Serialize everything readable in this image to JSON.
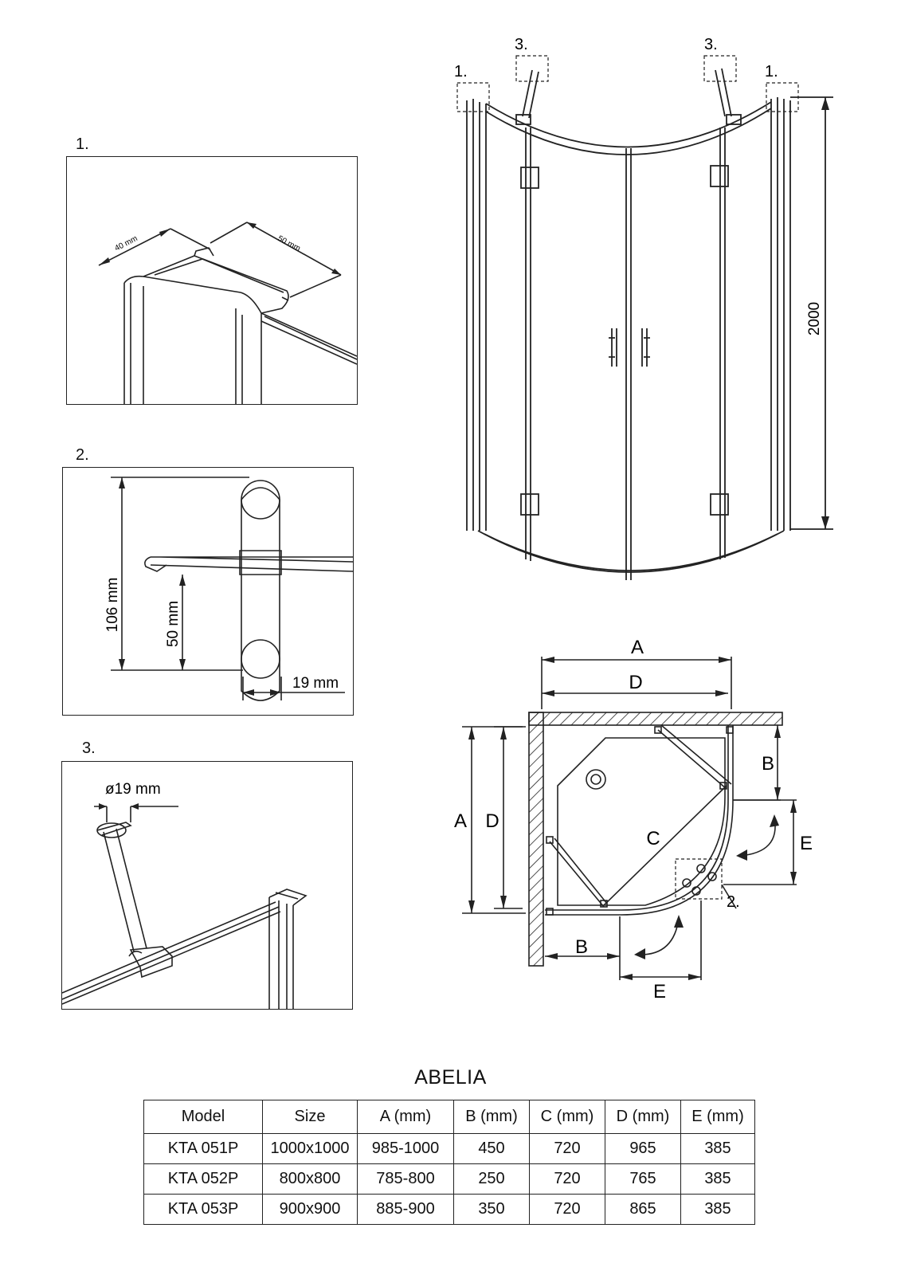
{
  "detail_1": {
    "label": "1.",
    "dim_width": "40 mm",
    "dim_depth": "50 mm"
  },
  "detail_2": {
    "label": "2.",
    "dim_height_total": "106 mm",
    "dim_height_bar": "50 mm",
    "dim_diameter": "19 mm"
  },
  "detail_3": {
    "label": "3.",
    "dim_diameter": "ø19 mm"
  },
  "main_view": {
    "callout_1": "1.",
    "callout_3": "3.",
    "height_dim": "2000"
  },
  "plan_view": {
    "dim_a": "A",
    "dim_d": "D",
    "dim_b": "B",
    "dim_c": "C",
    "dim_e": "E",
    "callout_2": "2."
  },
  "product_name": "ABELIA",
  "table": {
    "headers": [
      "Model",
      "Size",
      "A (mm)",
      "B (mm)",
      "C (mm)",
      "D (mm)",
      "E (mm)"
    ],
    "rows": [
      [
        "KTA 051P",
        "1000x1000",
        "985-1000",
        "450",
        "720",
        "965",
        "385"
      ],
      [
        "KTA 052P",
        "800x800",
        "785-800",
        "250",
        "720",
        "765",
        "385"
      ],
      [
        "KTA 053P",
        "900x900",
        "885-900",
        "350",
        "720",
        "865",
        "385"
      ]
    ]
  }
}
